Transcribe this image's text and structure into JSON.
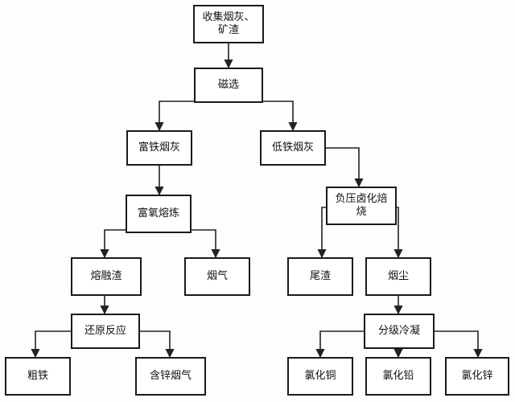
{
  "diagram": {
    "nodes": {
      "collect": "收集烟灰、矿渣",
      "magnetic": "磁选",
      "rich_iron": "富铁烟灰",
      "low_iron": "低铁烟灰",
      "oxygen_smelt": "富氧熔炼",
      "neg_pressure": "负压卤化焙烧",
      "slag": "熔融渣",
      "smoke": "烟气",
      "tailings": "尾渣",
      "dust": "烟尘",
      "reduction": "还原反应",
      "graded_condense": "分级冷凝",
      "crude_iron": "粗铁",
      "zinc_smoke": "含锌烟气",
      "cu_chloride": "氯化铜",
      "pb_chloride": "氯化铅",
      "zn_chloride": "氯化锌"
    },
    "line_color": "#222222"
  }
}
